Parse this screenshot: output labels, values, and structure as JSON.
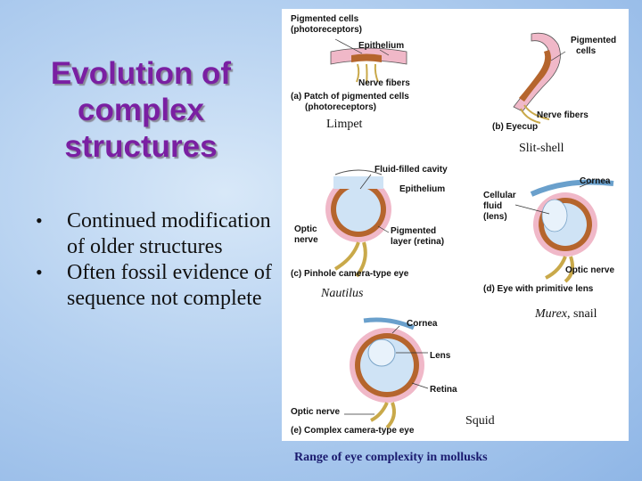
{
  "slide": {
    "title": "Evolution of complex structures",
    "bullets": [
      "Continued modification of older structures",
      "Often fossil evidence of sequence not complete"
    ],
    "bullet_glyph": "•",
    "caption": "Range of eye complexity in mollusks"
  },
  "figure": {
    "a": {
      "label_pigmented_cells_photoreceptors_1": "Pigmented cells",
      "label_pigmented_cells_photoreceptors_2": "(photoreceptors)",
      "label_epithelium": "Epithelium",
      "label_nerve_fibers": "Nerve fibers",
      "caption_1": "(a) Patch of pigmented cells",
      "caption_2": "(photoreceptors)",
      "species": "Limpet"
    },
    "b": {
      "label_pigmented_1": "Pigmented",
      "label_pigmented_2": "cells",
      "label_nerve_fibers": "Nerve fibers",
      "caption": "(b) Eyecup",
      "species": "Slit-shell"
    },
    "c": {
      "label_fluid_cavity": "Fluid-filled cavity",
      "label_epithelium": "Epithelium",
      "label_optic_1": "Optic",
      "label_optic_2": "nerve",
      "label_pigmented_1": "Pigmented",
      "label_pigmented_2": "layer (retina)",
      "caption": "(c) Pinhole camera-type eye",
      "species": "Nautilus"
    },
    "d": {
      "label_cornea": "Cornea",
      "label_cellular_1": "Cellular",
      "label_cellular_2": "fluid",
      "label_cellular_3": "(lens)",
      "label_optic_nerve": "Optic nerve",
      "caption": "(d) Eye with primitive lens",
      "species_italic": "Murex",
      "species_rest": ", snail"
    },
    "e": {
      "label_cornea": "Cornea",
      "label_lens": "Lens",
      "label_retina": "Retina",
      "label_optic_nerve": "Optic nerve",
      "caption": "(e) Complex camera-type eye",
      "species": "Squid"
    }
  },
  "colors": {
    "title": "#7a1fa2",
    "tissue_brown": "#b5652d",
    "nerve_yellow": "#f2e08a",
    "pink": "#f0b8c8",
    "fluid_blue": "#cfe3f5",
    "caption_navy": "#1a1a6e"
  }
}
